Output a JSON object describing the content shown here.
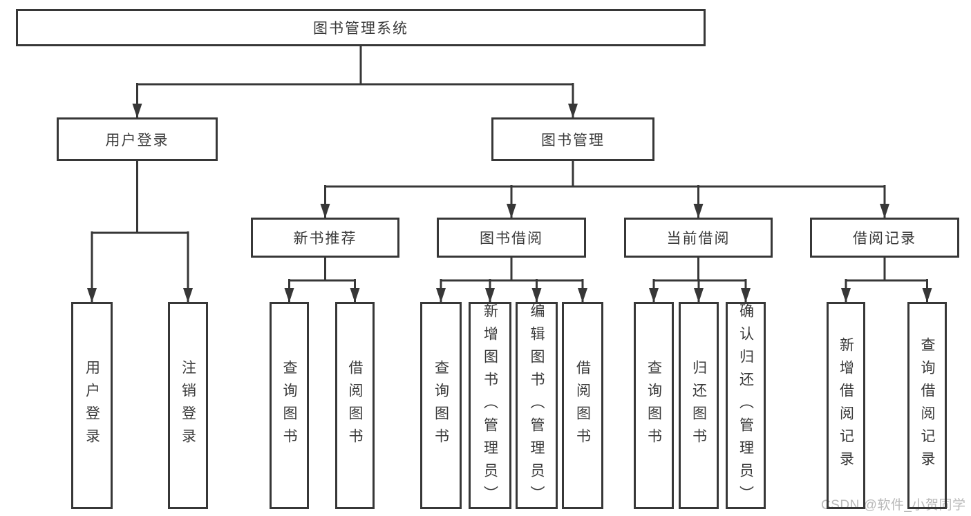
{
  "nodes": {
    "root": "图书管理系统",
    "level2": [
      "用户登录",
      "图书管理"
    ],
    "level3": [
      "新书推荐",
      "图书借阅",
      "当前借阅",
      "借阅记录"
    ],
    "leaves": [
      "用户登录",
      "注销登录",
      "查询图书",
      "借阅图书",
      "查询图书",
      "新增图书（管理员）",
      "编辑图书（管理员）",
      "借阅图书",
      "查询图书",
      "归还图书",
      "确认归还（管理员）",
      "新增借阅记录",
      "查询借阅记录"
    ]
  },
  "watermark": "CSDN @软件_小贺同学",
  "colors": {
    "line": "#373737",
    "text": "#3a3a3a",
    "watermark": "#b9b9b9",
    "background": "#ffffff"
  }
}
